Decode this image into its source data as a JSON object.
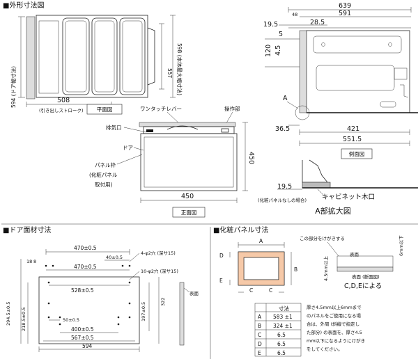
{
  "sections": {
    "outer": "■外形寸法図",
    "door_panel": "■ドア面材寸法",
    "deco_panel": "■化粧パネル寸法"
  },
  "views": {
    "plan": "平面図",
    "front": "正面図",
    "side": "側面図",
    "detail_a": "A部拡大図"
  },
  "plan_dims": {
    "door_width": "594 (ドア幅寸法)",
    "body_max_width": "598 (本体最大幅寸法)",
    "inner_width": "557",
    "stroke": "508",
    "stroke_note": "(引き出しストローク)"
  },
  "front_labels": {
    "one_touch_lever": "ワンタッチレバー",
    "control": "操作部",
    "exhaust": "排気口",
    "door": "ドア",
    "panel_frame": "パネル枠",
    "panel_note_1": "(化粧パネル",
    "panel_note_2": "取付用)",
    "height": "450",
    "width": "450"
  },
  "side_dims": {
    "total": "639",
    "depth": "591",
    "d48": "48",
    "d19_5": "19.5",
    "d28_5": "28.5",
    "d5": "5",
    "d120": "120",
    "d4_5": "4.5",
    "label_a": "A",
    "d36_5": "36.5",
    "d421": "421",
    "d551_5": "551.5"
  },
  "detail_a": {
    "d19_5": "19.5",
    "no_panel": "(化粧パネルなしの場合)",
    "cabinet": "キャビネット木口"
  },
  "door_dims": {
    "top1": "470±0.5",
    "hole1": "4-φ2穴 (深サ15)",
    "sub1": "40±0.5",
    "top2": "470±0.5",
    "hole2": "10-φ2穴 (深サ15)",
    "d18": "18",
    "d8": "8",
    "d528": "528±0.5",
    "d50": "50±0.5",
    "d400": "400±0.5",
    "d567": "567±0.5",
    "d594": "594",
    "left_total": "294.5±0.5",
    "left_sub": "218.5±0.5",
    "right197": "197±0.5",
    "right322": "322",
    "surface": "表面"
  },
  "deco": {
    "label_a": "A",
    "label_b": "B",
    "label_c": "C",
    "label_d": "D",
    "label_e": "E",
    "callout": "この部分をけがきする",
    "surface": "表面",
    "surface_section": "表面 (断面図)",
    "thickness": "4.5mm以上",
    "limit": "6mm以下",
    "by": "C,D,Eによる",
    "table_header": "寸法",
    "table": [
      {
        "key": "A",
        "val": "583 ±1"
      },
      {
        "key": "B",
        "val": "324 ±1"
      },
      {
        "key": "C",
        "val": "6.5"
      },
      {
        "key": "D",
        "val": "6.5"
      },
      {
        "key": "E",
        "val": "6.5"
      }
    ],
    "note_lines": [
      "厚さ4.5mm以上6mmまで",
      "のパネルをご使用になる場",
      "合は、外周 (斜線で指定し",
      "た部分) の表面を、厚さ4.5",
      "mm以下になるようにけがき",
      "をしてください。"
    ]
  }
}
